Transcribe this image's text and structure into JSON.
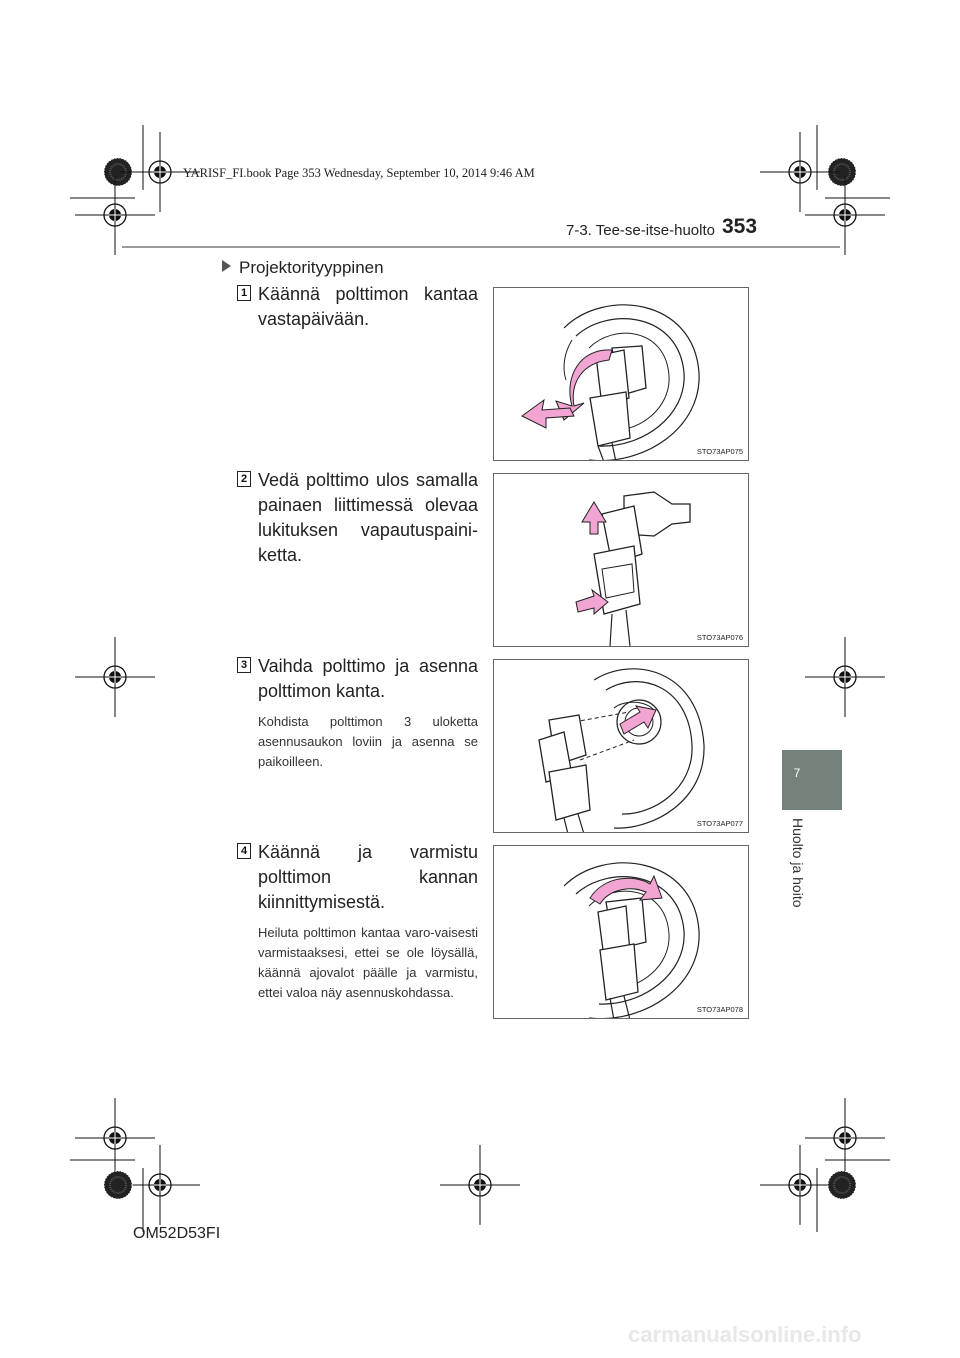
{
  "book_info": "YARISF_FI.book  Page 353  Wednesday, September 10, 2014  9:46 AM",
  "header": {
    "section": "7-3. Tee-se-itse-huolto",
    "page_number": "353"
  },
  "chapter_tab": {
    "number": "7",
    "name": "Huolto ja hoito"
  },
  "subheading": "Projektorityyppinen",
  "steps": [
    {
      "badge": "1",
      "text": "Käännä polttimon kantaa vastapäivään.",
      "note": "",
      "figure_code": "STO73AP075"
    },
    {
      "badge": "2",
      "text": "Vedä polttimo ulos samalla painaen liittimessä olevaa lukituksen vapautuspaini-ketta.",
      "note": "",
      "figure_code": "STO73AP076"
    },
    {
      "badge": "3",
      "text": "Vaihda polttimo ja asenna polttimon kanta.",
      "note": "Kohdista polttimon 3 uloketta asennusaukon loviin ja asenna se paikoilleen.",
      "figure_code": "STO73AP077"
    },
    {
      "badge": "4",
      "text": "Käännä ja varmistu polttimon kannan kiinnittymisestä.",
      "note": "Heiluta polttimon kantaa varo-vaisesti varmistaaksesi, ettei se ole löysällä, käännä ajovalot päälle ja varmistu, ettei valoa näy asennuskohdassa.",
      "figure_code": "STO73AP078"
    }
  ],
  "footer": {
    "doc_code": "OM52D53FI",
    "watermark": "carmanualsonline.info"
  },
  "icons": {
    "registration": "crosshair-target-icon",
    "starburst": "starburst-target-icon"
  },
  "colors": {
    "chapter_tab": "#75827b",
    "arrow": "#f2a5d2"
  }
}
